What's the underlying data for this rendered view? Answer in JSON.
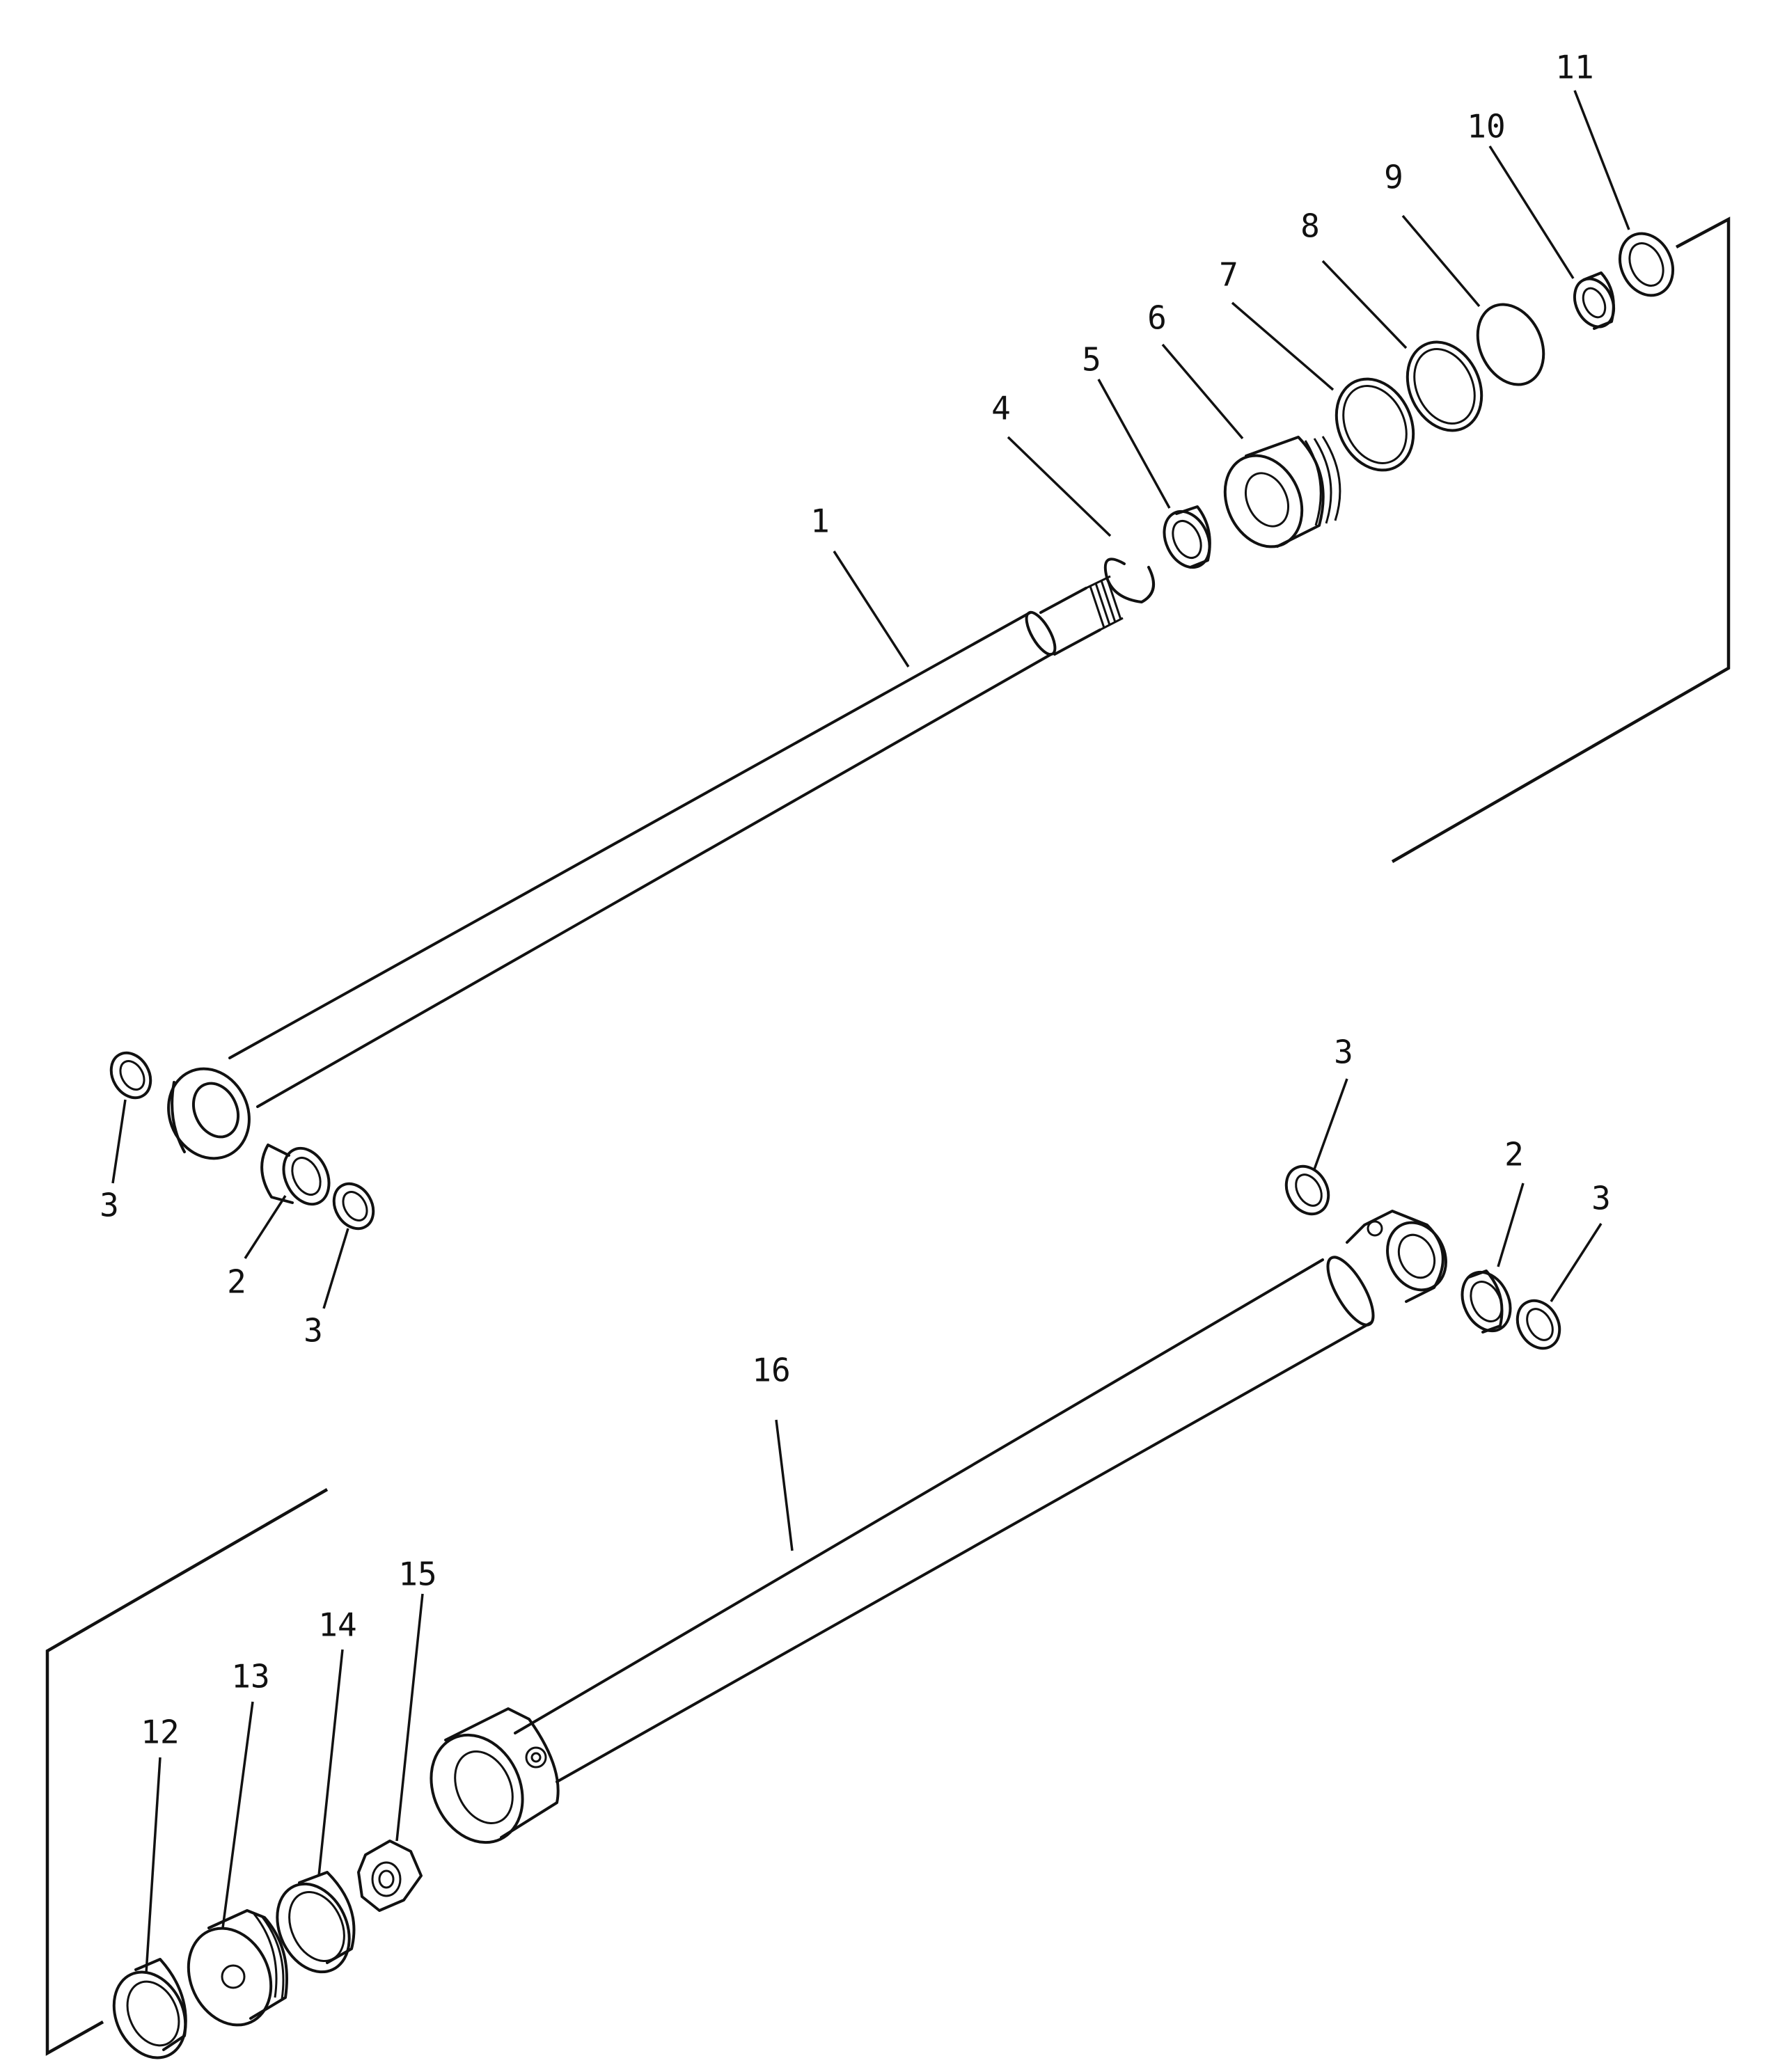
{
  "diagram": {
    "callouts": [
      "1",
      "2",
      "3",
      "4",
      "5",
      "6",
      "7",
      "8",
      "9",
      "10",
      "11",
      "12",
      "13",
      "14",
      "15",
      "16"
    ],
    "extra_labels": {
      "three_left_top": "3",
      "two_left": "2",
      "three_left_bottom": "3",
      "three_right_top": "3",
      "two_right": "2",
      "three_right_mid": "3"
    }
  }
}
